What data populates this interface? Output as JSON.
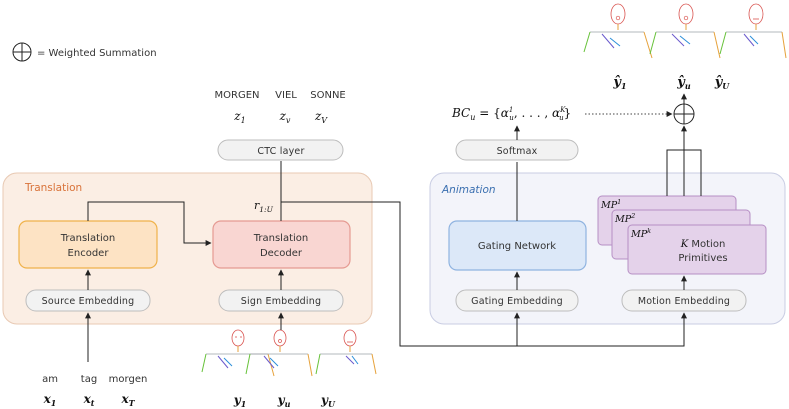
{
  "legend": {
    "symbol": "⊕",
    "text": "= Weighted Summation"
  },
  "translation": {
    "title": "Translation",
    "encoder": [
      "Translation",
      "Encoder"
    ],
    "decoder": [
      "Translation",
      "Decoder"
    ],
    "source_embedding": "Source Embedding",
    "sign_embedding": "Sign Embedding",
    "r_label": "r",
    "r_sub": "1:U"
  },
  "ctc": {
    "layer": "CTC layer",
    "words": [
      "MORGEN",
      "VIEL",
      "SONNE"
    ],
    "z_labels": [
      [
        "z",
        "1"
      ],
      [
        "z",
        "v"
      ],
      [
        "z",
        "V"
      ]
    ]
  },
  "inputs": {
    "words": [
      "am",
      "tag",
      "morgen"
    ],
    "x_labels": [
      [
        "x",
        "1"
      ],
      [
        "x",
        "t"
      ],
      [
        "x",
        "T"
      ]
    ]
  },
  "sign_inputs": {
    "y_labels": [
      [
        "y",
        "1"
      ],
      [
        "y",
        "u"
      ],
      [
        "y",
        "U"
      ]
    ]
  },
  "animation": {
    "title": "Animation",
    "gating_network": "Gating Network",
    "gating_embedding": "Gating Embedding",
    "motion_embedding": "Motion Embedding",
    "softmax": "Softmax",
    "mp_labels": [
      "MP",
      "MP",
      "MP"
    ],
    "mp_sups": [
      "1",
      "2",
      "k"
    ],
    "primitives_k": "K",
    "primitives_line1": "Motion",
    "primitives_line2": "Primitives",
    "bc_formula": {
      "lhs": "BC",
      "lhs_sub": "u",
      "eq": " = {",
      "alpha": "α",
      "a1_sup": "1",
      "a1_sub": "u",
      "dots": ", . . . , ",
      "aK_sup": "K",
      "aK_sub": "u",
      "close": "}"
    }
  },
  "outputs": {
    "y_hat_labels": [
      [
        "ŷ",
        "1"
      ],
      [
        "ŷ",
        "u"
      ],
      [
        "ŷ",
        "U"
      ]
    ]
  },
  "colors": {
    "translation_bg": "#fbeee4",
    "translation_border": "#e8c9b3",
    "translation_title": "#d9733a",
    "encoder_fill": "#fde3c4",
    "encoder_border": "#f0b24a",
    "decoder_fill": "#f9d6d2",
    "decoder_border": "#e59a92",
    "animation_bg": "#f3f4fa",
    "animation_border": "#c9cde3",
    "animation_title": "#3a6fb0",
    "gating_fill": "#dce8f8",
    "gating_border": "#8fb3e0",
    "mp_fill": "#e4d2ea",
    "mp_border": "#b68fc4",
    "pill_fill": "#f2f2f2",
    "pill_border": "#bdbdbd"
  }
}
